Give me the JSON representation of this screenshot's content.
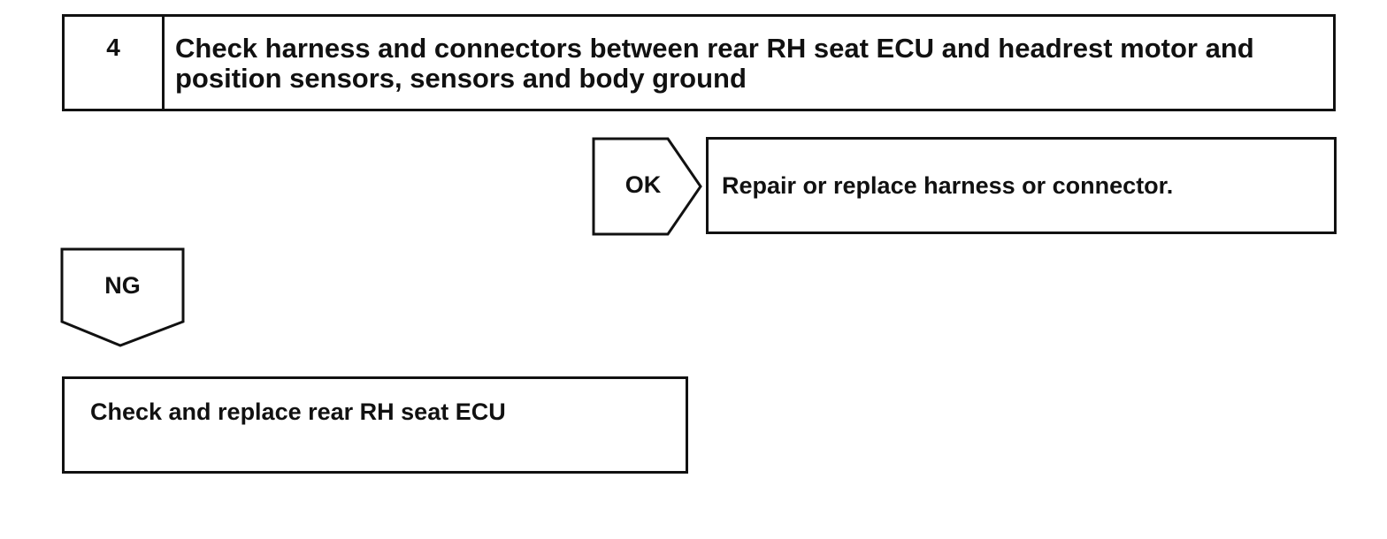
{
  "step": {
    "number": "4",
    "title": "Check harness and connectors between rear RH seat ECU and headrest motor and position sensors, sensors and body ground"
  },
  "branches": {
    "ok": {
      "label": "OK",
      "result": "Repair or replace harness or connector."
    },
    "ng": {
      "label": "NG",
      "result": "Check and replace rear RH seat ECU"
    }
  }
}
